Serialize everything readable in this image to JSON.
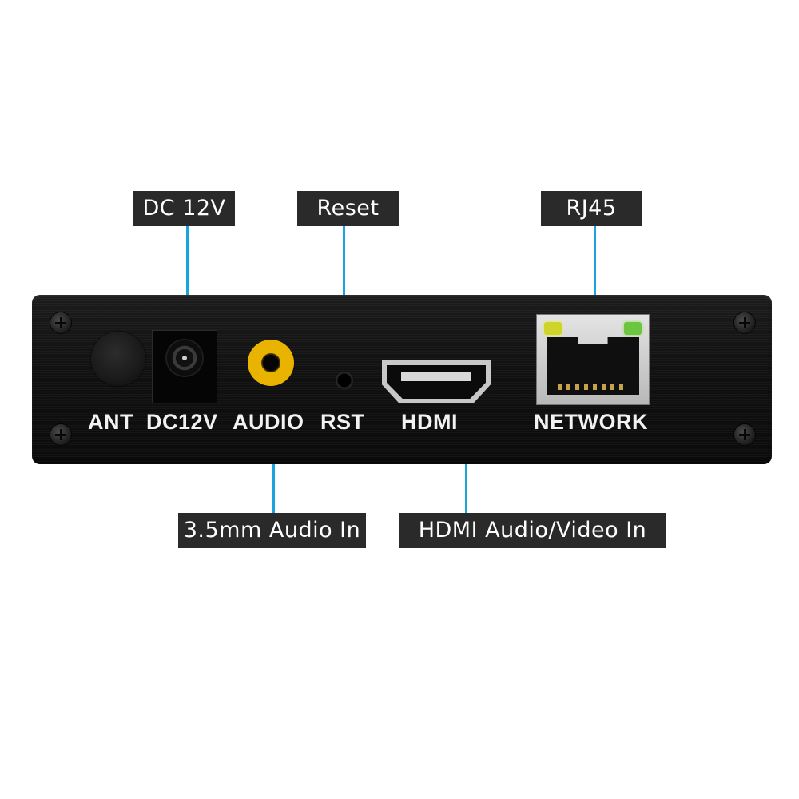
{
  "callouts": {
    "dc_power": "DC 12V",
    "reset": "Reset",
    "rj45": "RJ45",
    "audio_in": "3.5mm Audio In",
    "hdmi_in": "HDMI Audio/Video In"
  },
  "panel_labels": {
    "ant": "ANT",
    "dc": "DC12V",
    "audio": "AUDIO",
    "rst": "RST",
    "hdmi": "HDMI",
    "network": "NETWORK"
  },
  "colors": {
    "leader_line": "#1aa3dc",
    "callout_bg": "#2a2a2a",
    "audio_jack": "#e8b400",
    "led_yellow": "#cfd428",
    "led_green": "#6cc640"
  }
}
